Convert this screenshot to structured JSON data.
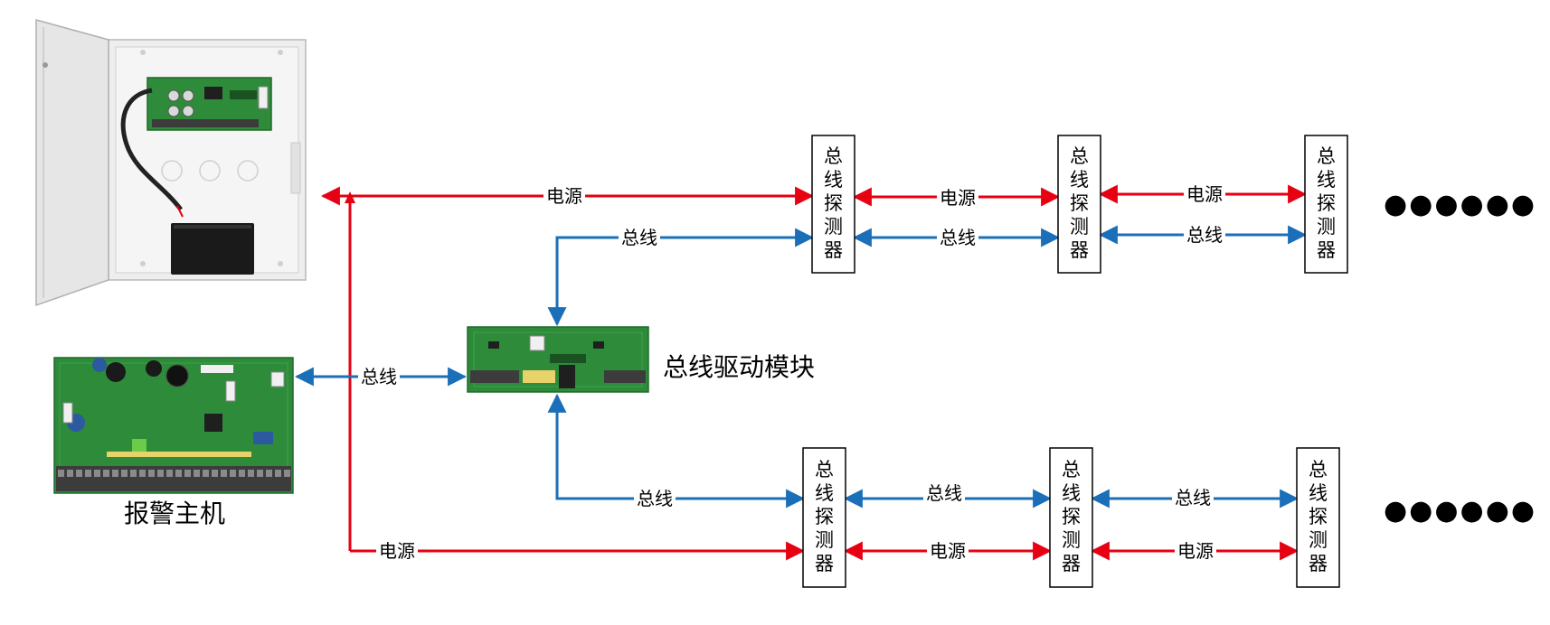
{
  "colors": {
    "power": "#e60012",
    "bus": "#1a6fb8",
    "pcb": "#2e8b3a",
    "pcb_dark": "#1f6a2a",
    "terminal": "#3c3c3c",
    "cabinet": "#ececec",
    "cabinet_edge": "#b9b9b9",
    "battery": "#1a1a1a"
  },
  "labels": {
    "power": "电源",
    "bus": "总线",
    "panel_caption": "报警主机",
    "module_caption": "总线驱动模块",
    "dots": "●●●●●●"
  },
  "detectors": [
    {
      "row": "top",
      "chars": [
        "总",
        "线",
        "探",
        "测",
        "器"
      ]
    },
    {
      "row": "top",
      "chars": [
        "总",
        "线",
        "探",
        "测",
        "器"
      ]
    },
    {
      "row": "top",
      "chars": [
        "总",
        "线",
        "探",
        "测",
        "器"
      ]
    },
    {
      "row": "bottom",
      "chars": [
        "总",
        "线",
        "探",
        "测",
        "器"
      ]
    },
    {
      "row": "bottom",
      "chars": [
        "总",
        "线",
        "探",
        "测",
        "器"
      ]
    },
    {
      "row": "bottom",
      "chars": [
        "总",
        "线",
        "探",
        "测",
        "器"
      ]
    }
  ],
  "icons": {
    "cabinet": "enclosure-with-power-board-icon",
    "panel": "alarm-panel-pcb-icon",
    "module": "bus-driver-module-pcb-icon"
  }
}
